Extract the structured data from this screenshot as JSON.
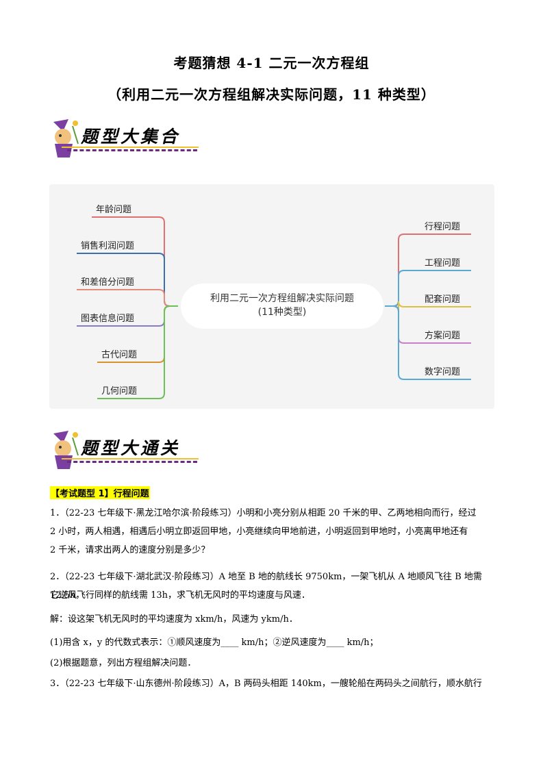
{
  "title_line1": "考题猜想 4-1  二元一次方程组",
  "title_line2": "（利用二元一次方程组解决实际问题，11 种类型）",
  "banner1": "题型大集合",
  "banner2": "题型大通关",
  "mindmap": {
    "center_line1": "利用二元一次方程组解决实际问题",
    "center_line2": "(11种类型)",
    "left_items": [
      "年龄问题",
      "销售利润问题",
      "和差倍分问题",
      "图表信息问题",
      "古代问题",
      "几何问题"
    ],
    "right_items": [
      "行程问题",
      "工程问题",
      "配套问题",
      "方案问题",
      "数字问题"
    ],
    "colors": {
      "left": [
        "#e07070",
        "#3b6fb0",
        "#e38a7a",
        "#8a7cc4",
        "#d89030",
        "#6cbf55"
      ],
      "right": [
        "#e07070",
        "#58a9d6",
        "#e0c040",
        "#c77fc7",
        "#58a9d6"
      ],
      "hub_left": "#e26b6b",
      "hub_right": "#e0a0c8"
    }
  },
  "section_tag": "【考试题型 1】行程问题",
  "problems": {
    "p1_line1": "1．（22-23 七年级下·黑龙江哈尔滨·阶段练习）小明和小亮分别从相距 20 千米的甲、乙两地相向而行，经过",
    "p1_line2": "2 小时，两人相遇，相遇后小明立即返回甲地，小亮继续向甲地前进，小明返回到甲地时，小亮离甲地还有",
    "p1_line3": "2 千米，请求出两人的速度分别是多少？",
    "p2_line1": "2．（22-23 七年级下·湖北武汉·阶段练习）A 地至 B 地的航线长 9750km，一架飞机从 A 地顺风飞往 B 地需 12.5h，",
    "p2_line2": "它逆风飞行同样的航线需 13h，求飞机无风时的平均速度与风速．",
    "p2_line3": "解：设这架飞机无风时的平均速度为 xkm/h，风速为 ykm/h．",
    "p2_line4": "(1)用含 x，y 的代数式表示：①顺风速度为____ km/h；②逆风速度为____ km/h；",
    "p2_line5": "(2)根据题意，列出方程组解决问题．",
    "p3_line1": "3．（22-23 七年级下·山东德州·阶段练习）A，B 两码头相距 140km，一艘轮船在两码头之间航行，顺水航行"
  }
}
